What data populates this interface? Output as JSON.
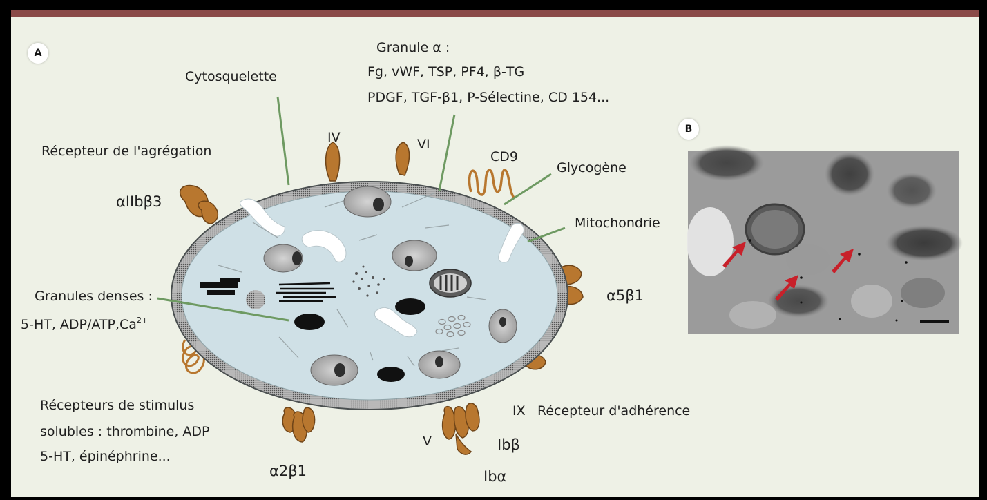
{
  "panels": {
    "a": "A",
    "b": "B"
  },
  "labels": {
    "granule_alpha_line1": "Granule α :",
    "granule_alpha_line2": "Fg, vWF, TSP, PF4, β-TG",
    "granule_alpha_line3": "PDGF, TGF-β1, P-Sélectine, CD 154...",
    "cytosquelette": "Cytosquelette",
    "recepteur_agregation": "Récepteur de l'agrégation",
    "iv": "IV",
    "vi": "VI",
    "cd9": "CD9",
    "glycogene": "Glycogène",
    "alphaIIbbeta3": "αIIbβ3",
    "mitochondrie": "Mitochondrie",
    "alpha5beta1": "α5β1",
    "granules_denses_line1": "Granules denses :",
    "granules_denses_line2": "5-HT, ADP/ATP,Ca",
    "granules_denses_sup": "2+",
    "recepteurs_stimulus_line1": "Récepteurs de stimulus",
    "recepteurs_stimulus_line2": "solubles : thrombine, ADP",
    "recepteurs_stimulus_line3": "5-HT, épinéphrine...",
    "ix": "IX",
    "recepteur_adherence": "Récepteur d'adhérence",
    "v": "V",
    "ib_beta": "Ibβ",
    "ib_alpha": "Ibα",
    "alpha2beta1": "α2β1"
  },
  "colors": {
    "background": "#eef1e6",
    "frame": "#000000",
    "top_bar": "#8a4a48",
    "membrane": "#6f7676",
    "cytoplasm": "#cfe0e6",
    "receptor": "#b8772f",
    "leader_line": "#6e9a62",
    "arrow": "#c8202a"
  }
}
